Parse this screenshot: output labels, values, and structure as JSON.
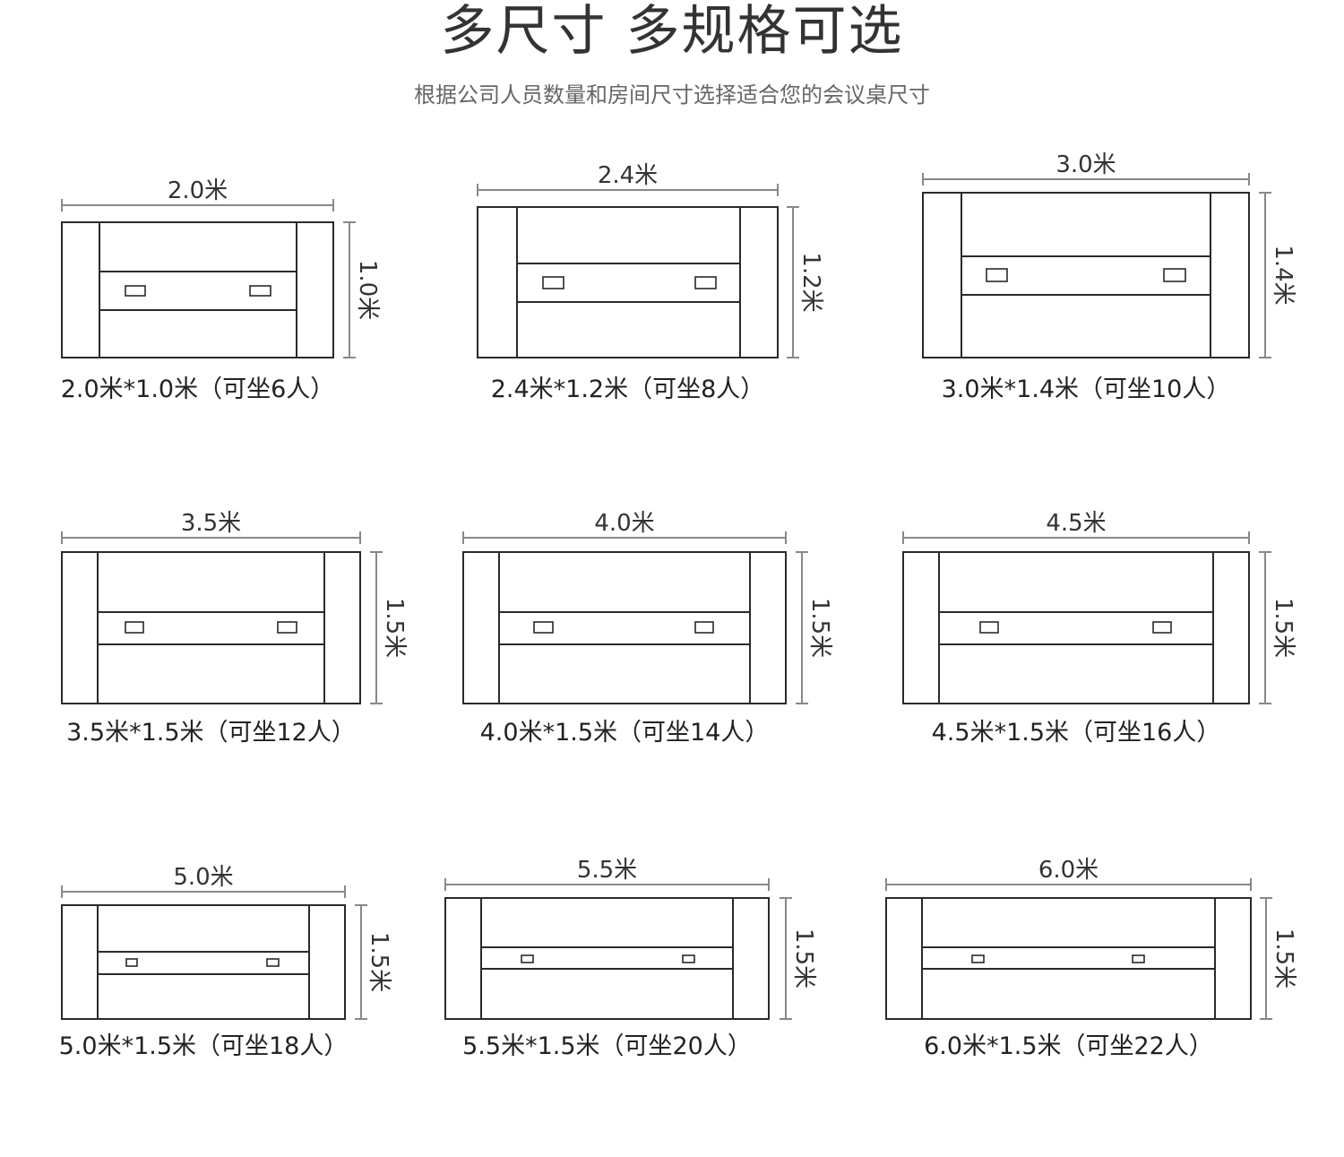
{
  "header": {
    "title": "多尺寸 多规格可选",
    "subtitle": "根据公司人员数量和房间尺寸选择适合您的会议桌尺寸"
  },
  "colors": {
    "outline": "#2a2a2a",
    "dimension": "#888888"
  },
  "tables": [
    {
      "length": "2.0米",
      "width": "1.0米",
      "caption": "2.0米*1.0米（可坐6人）"
    },
    {
      "length": "2.4米",
      "width": "1.2米",
      "caption": "2.4米*1.2米（可坐8人）"
    },
    {
      "length": "3.0米",
      "width": "1.4米",
      "caption": "3.0米*1.4米（可坐10人）"
    },
    {
      "length": "3.5米",
      "width": "1.5米",
      "caption": "3.5米*1.5米（可坐12人）"
    },
    {
      "length": "4.0米",
      "width": "1.5米",
      "caption": "4.0米*1.5米（可坐14人）"
    },
    {
      "length": "4.5米",
      "width": "1.5米",
      "caption": "4.5米*1.5米（可坐16人）"
    },
    {
      "length": "5.0米",
      "width": "1.5米",
      "caption": "5.0米*1.5米（可坐18人）"
    },
    {
      "length": "5.5米",
      "width": "1.5米",
      "caption": "5.5米*1.5米（可坐20人）"
    },
    {
      "length": "6.0米",
      "width": "1.5米",
      "caption": "6.0米*1.5米（可坐22人）"
    }
  ]
}
